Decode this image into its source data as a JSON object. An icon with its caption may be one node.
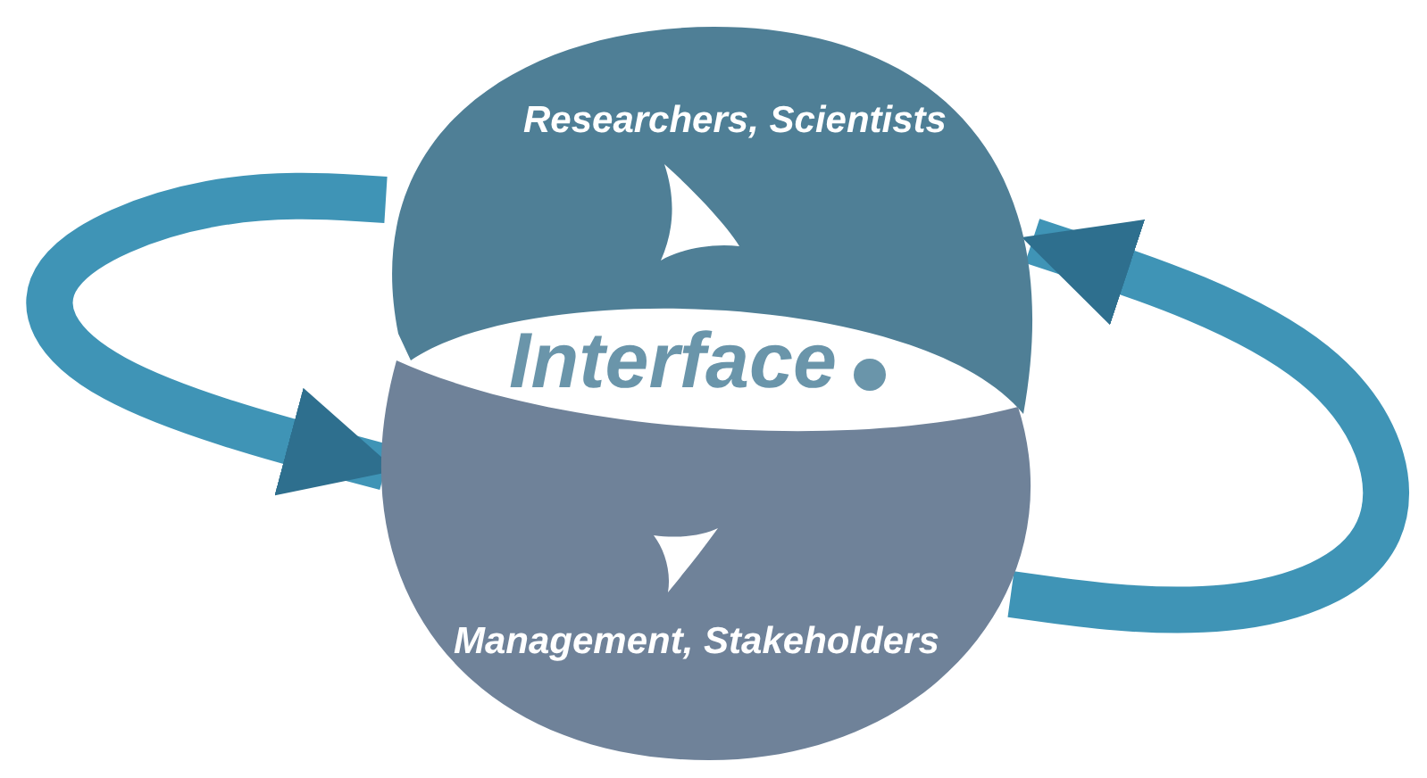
{
  "diagram": {
    "nodes": [
      {
        "text": [
          "Researchers, Scientists"
        ]
      },
      {
        "text": [
          "Management, Stakeholders"
        ]
      }
    ],
    "edges": [
      {
        "from": 0,
        "to": 1,
        "arrow": "to"
      },
      {
        "from": 1,
        "to": 0,
        "arrow": "to"
      }
    ],
    "labels": [
      "Interface"
    ]
  }
}
